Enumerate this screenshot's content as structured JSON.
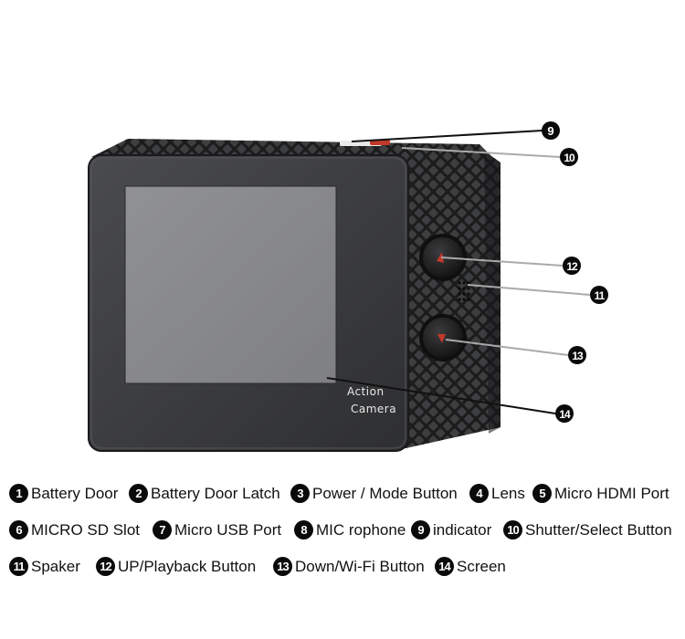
{
  "product": {
    "screen_text": [
      "Action",
      "Camera"
    ]
  },
  "callouts": [
    {
      "num": "9"
    },
    {
      "num": "10"
    },
    {
      "num": "12"
    },
    {
      "num": "11"
    },
    {
      "num": "13"
    },
    {
      "num": "14"
    }
  ],
  "legend": [
    {
      "num": "1",
      "label": "Battery Door"
    },
    {
      "num": "2",
      "label": "Battery Door Latch"
    },
    {
      "num": "3",
      "label": "Power / Mode Button"
    },
    {
      "num": "4",
      "label": "Lens"
    },
    {
      "num": "5",
      "label": "Micro HDMI Port"
    },
    {
      "num": "6",
      "label": "MICRO SD Slot"
    },
    {
      "num": "7",
      "label": "Micro USB Port"
    },
    {
      "num": "8",
      "label": "MIC rophone"
    },
    {
      "num": "9",
      "label": "indicator"
    },
    {
      "num": "10",
      "label": "Shutter/Select Button"
    },
    {
      "num": "11",
      "label": "Spaker"
    },
    {
      "num": "12",
      "label": "UP/Playback Button"
    },
    {
      "num": "13",
      "label": "Down/Wi-Fi Button"
    },
    {
      "num": "14",
      "label": "Screen"
    }
  ],
  "colors": {
    "body": "#3a3b3d",
    "screen": "#8a8b8e",
    "button_accent": "#c0392b"
  }
}
